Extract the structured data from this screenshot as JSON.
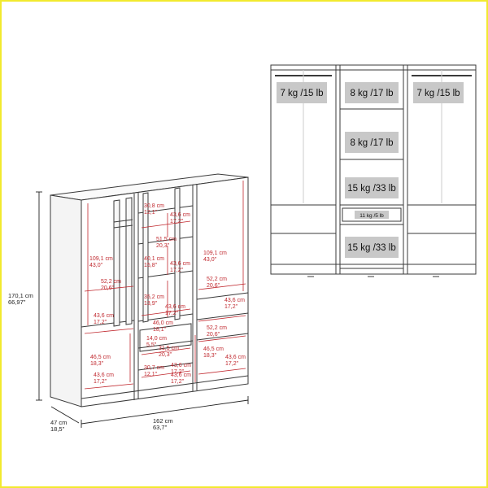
{
  "colors": {
    "dimension_red": "#c0282e",
    "outline": "#3a3a3a",
    "weight_box": "#c8c8c8",
    "frame": "#f2ea2e"
  },
  "overall": {
    "height_cm": "170,1 cm",
    "height_in": "66,97\"",
    "width_cm": "162 cm",
    "width_in": "63,7\"",
    "depth_cm": "47 cm",
    "depth_in": "18,5\""
  },
  "inner_dims": [
    {
      "cm": "30,8 cm",
      "in": "12,1\""
    },
    {
      "cm": "43,6 cm",
      "in": "17,2\""
    },
    {
      "cm": "51,5 cm",
      "in": "20,3\""
    },
    {
      "cm": "40,1 cm",
      "in": "15,8\""
    },
    {
      "cm": "43,6 cm",
      "in": "17,2\""
    },
    {
      "cm": "109,1 cm",
      "in": "43,0\""
    },
    {
      "cm": "109,1 cm",
      "in": "43,0\""
    },
    {
      "cm": "52,2 cm",
      "in": "20,6\""
    },
    {
      "cm": "52,2 cm",
      "in": "20,6\""
    },
    {
      "cm": "35,2 cm",
      "in": "13,9\""
    },
    {
      "cm": "43,6 cm",
      "in": "17,2\""
    },
    {
      "cm": "43,6 cm",
      "in": "17,2\""
    },
    {
      "cm": "43,6 cm",
      "in": "17,2\""
    },
    {
      "cm": "46,0 cm",
      "in": "18,1\""
    },
    {
      "cm": "14,0 cm",
      "in": "5,5\""
    },
    {
      "cm": "52,2 cm",
      "in": "20,6\""
    },
    {
      "cm": "31,5 cm",
      "in": "20,3\""
    },
    {
      "cm": "46,5 cm",
      "in": "18,3\""
    },
    {
      "cm": "46,5 cm",
      "in": "18,3\""
    },
    {
      "cm": "43,6 cm",
      "in": "17,2\""
    },
    {
      "cm": "43,6 cm",
      "in": "17,2\""
    },
    {
      "cm": "30,7 cm",
      "in": "12,1\""
    },
    {
      "cm": "43,6 cm",
      "in": "17,2\""
    },
    {
      "cm": "43,6 cm",
      "in": "17,2\""
    }
  ],
  "weights": [
    "7 kg /15 lb",
    "8 kg /17 lb",
    "7 kg /15 lb",
    "8 kg /17 lb",
    "15 kg /33 lb",
    "11 kg /5 lb",
    "15 kg /33 lb"
  ]
}
